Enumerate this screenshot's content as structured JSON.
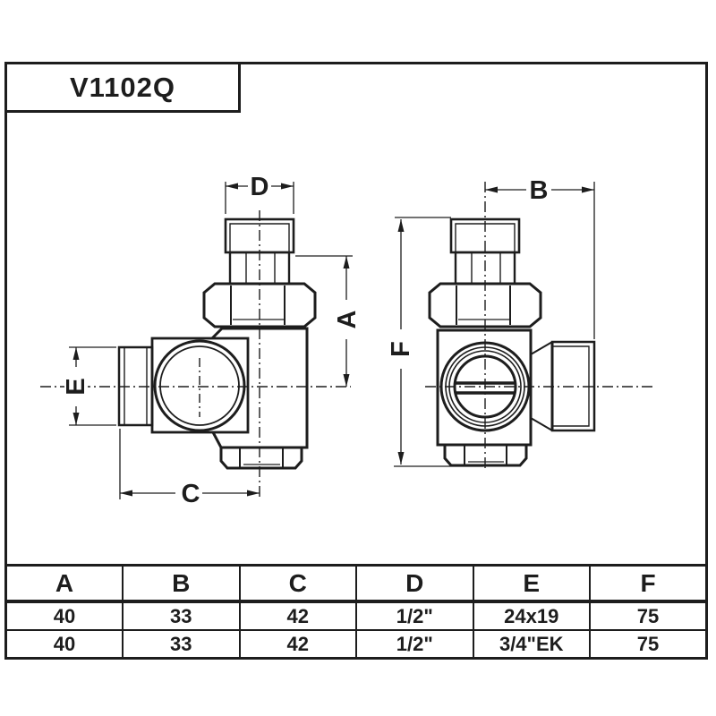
{
  "title": "V1102Q",
  "drawing": {
    "description": "Two orthographic views of an angle radiator valve body with dimension callouts",
    "dims": {
      "A": "A",
      "B": "B",
      "C": "C",
      "D": "D",
      "E": "E",
      "F": "F"
    }
  },
  "table": {
    "headers": [
      "A",
      "B",
      "C",
      "D",
      "E",
      "F"
    ],
    "rows": [
      [
        "40",
        "33",
        "42",
        "1/2\"",
        "24x19",
        "75"
      ],
      [
        "40",
        "33",
        "42",
        "1/2\"",
        "3/4\"EK",
        "75"
      ]
    ]
  },
  "colors": {
    "line": "#1d1d1d",
    "background": "#ffffff"
  }
}
